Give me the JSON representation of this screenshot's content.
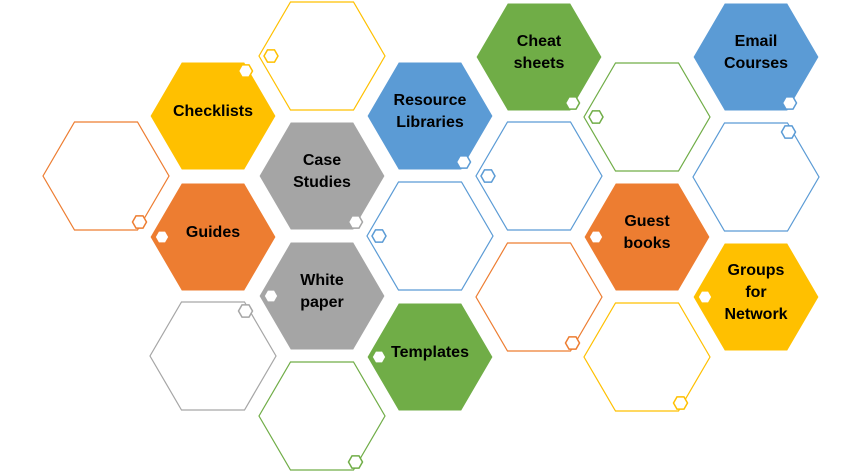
{
  "colors": {
    "yellow": "#ffc000",
    "orange": "#ed7d31",
    "gray": "#a5a5a5",
    "blue": "#5b9bd5",
    "green": "#70ad47",
    "outline_gray": "#a6a6a6"
  },
  "filled_hexagons": [
    {
      "id": "checklists",
      "lines": [
        "Checklists"
      ],
      "color": "yellow"
    },
    {
      "id": "guides",
      "lines": [
        "Guides"
      ],
      "color": "orange"
    },
    {
      "id": "case-studies",
      "lines": [
        "Case",
        "Studies"
      ],
      "color": "gray"
    },
    {
      "id": "white-paper",
      "lines": [
        "White",
        "paper"
      ],
      "color": "gray"
    },
    {
      "id": "resource-libraries",
      "lines": [
        "Resource",
        "Libraries"
      ],
      "color": "blue"
    },
    {
      "id": "templates",
      "lines": [
        "Templates"
      ],
      "color": "green"
    },
    {
      "id": "cheat-sheets",
      "lines": [
        "Cheat",
        "sheets"
      ],
      "color": "green"
    },
    {
      "id": "guest-books",
      "lines": [
        "Guest",
        "books"
      ],
      "color": "orange"
    },
    {
      "id": "email-courses",
      "lines": [
        "Email",
        "Courses"
      ],
      "color": "blue"
    },
    {
      "id": "groups-for-network",
      "lines": [
        "Groups",
        "for",
        "Network"
      ],
      "color": "yellow"
    }
  ],
  "outline_hexagons": [
    {
      "id": "outline-1",
      "color": "yellow"
    },
    {
      "id": "outline-2",
      "color": "orange"
    },
    {
      "id": "outline-3",
      "color": "blue"
    },
    {
      "id": "outline-4",
      "color": "outline_gray"
    },
    {
      "id": "outline-5",
      "color": "green"
    },
    {
      "id": "outline-6",
      "color": "blue"
    },
    {
      "id": "outline-7",
      "color": "orange"
    },
    {
      "id": "outline-8",
      "color": "green"
    },
    {
      "id": "outline-9",
      "color": "yellow"
    },
    {
      "id": "outline-10",
      "color": "blue"
    },
    {
      "id": "outline-11",
      "color": "yellow"
    }
  ]
}
